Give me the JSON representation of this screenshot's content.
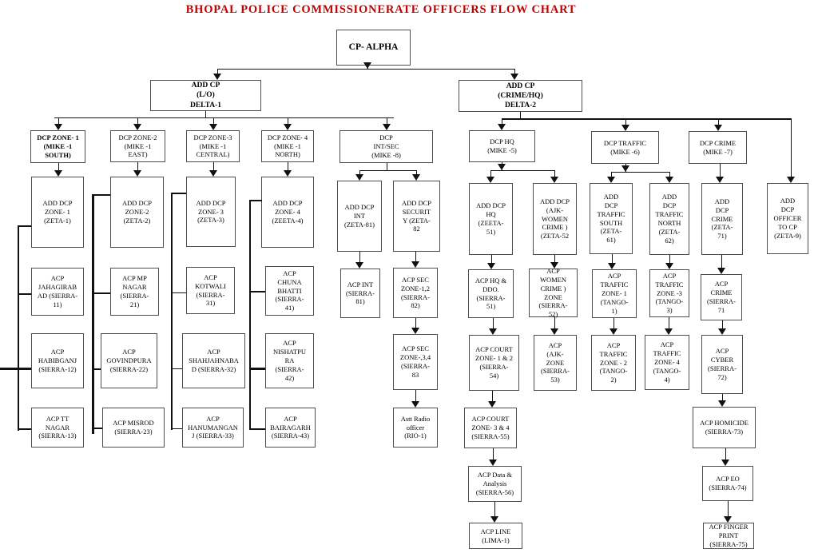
{
  "title": "BHOPAL POLICE COMMISSIONERATE OFFICERS FLOW CHART",
  "colors": {
    "title": "#c00000",
    "box_border": "#4d4d4d",
    "line": "#111111",
    "background": "#ffffff"
  },
  "nodes": {
    "cp_alpha": "CP- ALPHA",
    "delta1": "ADD CP\n(L/O)\nDELTA-1",
    "delta2": "ADD CP\n(CRIME/HQ)\nDELTA-2",
    "z1": "DCP ZONE- 1\n(MIKE -1\nSOUTH)",
    "z2": "DCP ZONE-2\n(MIKE -1\nEAST)",
    "z3": "DCP ZONE-3\n(MIKE -1\nCENTRAL)",
    "z4": "DCP ZONE- 4\n(MIKE -1\nNORTH)",
    "intsec": "DCP\nINT/SEC\n(MIKE -8)",
    "hq": "DCP HQ\n(MIKE -5)",
    "traffic": "DCP TRAFFIC\n(MIKE -6)",
    "crime": "DCP CRIME\n(MIKE -7)",
    "az1": "ADD DCP\nZONE- 1\n(ZETA-1)",
    "az2": "ADD DCP\nZONE-2\n(ZETA-2)",
    "az3": "ADD DCP\nZONE- 3\n(ZETA-3)",
    "az4": "ADD DCP\nZONE- 4\n(ZEETA-4)",
    "aint": "ADD DCP\nINT\n(ZETA-81)",
    "asec": "ADD DCP\nSECURIT\nY (ZETA-\n82",
    "ahq": "ADD DCP\nHQ\n(ZEETA-\n51)",
    "aajk": "ADD DCP\n(AJK-\nWOMEN\nCRIME )\n(ZETA-52",
    "atsouth": "ADD\nDCP\nTRAFFIC\nSOUTH\n(ZETA-\n61)",
    "atnorth": "ADD\nDCP\nTRAFFIC\nNORTH\n(ZETA-\n62)",
    "acrime": "ADD\nDCP\nCRIME\n(ZETA-\n71)",
    "aofficer": "ADD\nDCP\nOFFICER\nTO CP\n(ZETA-9)",
    "s11": "ACP\nJAHAGIRAB\nAD (SIERRA-\n11)",
    "s21": "ACP MP\nNAGAR\n(SIERRA-\n21)",
    "s31": "ACP\nKOTWALI\n(SIERRA-\n31)",
    "s41": "ACP\nCHUNA\nBHATTI\n(SIERRA-\n41)",
    "s12": "ACP\nHABIBGANJ\n(SIERRA-12)",
    "s22": "ACP\nGOVINDPURA\n(SIERRA-22)",
    "s32": "ACP\nSHAHJAHNABA\nD (SIERRA-32)",
    "s42": "ACP\nNISHATPU\nRA\n(SIERRA-\n42)",
    "s13": "ACP TT\nNAGAR\n(SIERRA-13)",
    "s23": "ACP MISROD\n(SIERRA-23)",
    "s33": "ACP\nHANUMANGAN\nJ (SIERRA-33)",
    "s43": "ACP\nBAIRAGARH\n(SIERRA-43)",
    "sint": "ACP INT\n(SIERRA-\n81)",
    "s82": "ACP  SEC\nZONE-1,2\n(SIERRA-\n82)",
    "s83": "ACP SEC\nZONE-,3,4\n(SIERRA-\n83",
    "rio": "Astt Radio\nofficer\n(RIO-1)",
    "s51": "ACP HQ &\nDDO.\n(SIERRA-\n51)",
    "s54": "ACP COURT\nZONE- 1 & 2\n(SIERRA-\n54)",
    "s55": "ACP  COURT\nZONE- 3 & 4\n(SIERRA-55)",
    "s56": "ACP Data &\nAnalysis\n(SIERRA-56)",
    "lima": "ACP LINE\n(LIMA-1)",
    "s52": "ACP\nWOMEN\nCRIME )\nZONE\n(SIERRA-\n52)",
    "s53": "ACP\n(AJK-\nZONE\n(SIERRA-\n53)",
    "t1": "ACP\nTRAFFIC\nZONE- 1\n(TANGO-\n1)",
    "t2": "ACP\nTRAFFIC\nZONE - 2\n(TANGO-\n2)",
    "t3": "ACP\nTRAFFIC\nZONE -3\n(TANGO-\n3)",
    "t4": "ACP\nTRAFFIC\nZONE- 4\n(TANGO-\n4)",
    "s71": "ACP\nCRIME\n(SIERRA-\n71",
    "s72": "ACP\nCYBER\n(SIERRA-\n72)",
    "s73": "ACP HOMICIDE\n(SIERRA-73)",
    "s74": "ACP EO\n(SIERRA-74)",
    "s75": "ACP FINGER\nPRINT\n(SIERRA-75)"
  }
}
